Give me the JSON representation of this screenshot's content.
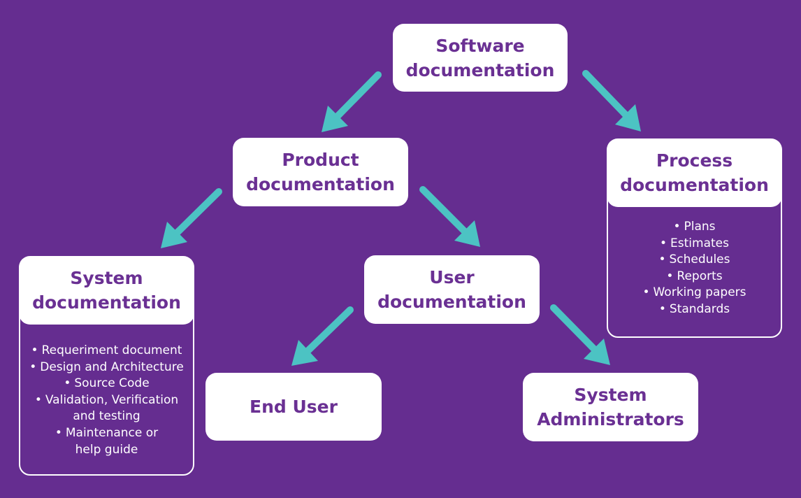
{
  "colors": {
    "background": "#652d90",
    "box_fill": "#ffffff",
    "box_text": "#6a3093",
    "arrow": "#4cc3c3",
    "list_text": "#ffffff"
  },
  "nodes": {
    "software": {
      "line1": "Software",
      "line2": "documentation"
    },
    "product": {
      "line1": "Product",
      "line2": "documentation"
    },
    "process": {
      "line1": "Process",
      "line2": "documentation",
      "items": [
        "Plans",
        "Estimates",
        "Schedules",
        "Reports",
        "Working papers",
        "Standards"
      ]
    },
    "system": {
      "line1": "System",
      "line2": "documentation",
      "items": [
        "Requeriment document",
        "Design and Architecture",
        "Source Code",
        "Validation, Verification",
        "and testing",
        "Maintenance or",
        "help guide"
      ]
    },
    "user": {
      "line1": "User",
      "line2": "documentation"
    },
    "end_user": {
      "line1": "End User"
    },
    "sysadmin": {
      "line1": "System",
      "line2": "Administrators"
    }
  },
  "edges": [
    {
      "from": "Software documentation",
      "to": "Product documentation"
    },
    {
      "from": "Software documentation",
      "to": "Process documentation"
    },
    {
      "from": "Product documentation",
      "to": "System documentation"
    },
    {
      "from": "Product documentation",
      "to": "User documentation"
    },
    {
      "from": "User documentation",
      "to": "End User"
    },
    {
      "from": "User documentation",
      "to": "System Administrators"
    }
  ]
}
